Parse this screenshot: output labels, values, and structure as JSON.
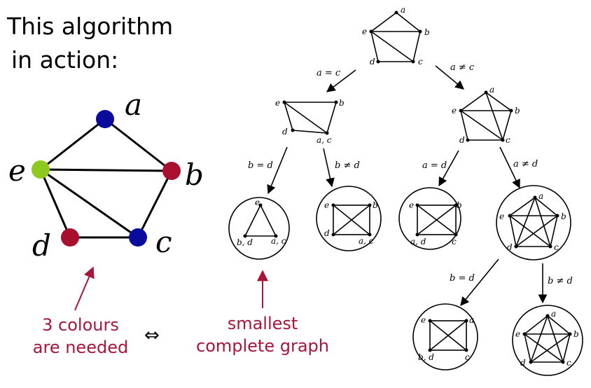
{
  "title": {
    "line1": "This algorithm",
    "line2": "in action:"
  },
  "main_graph": {
    "labels": {
      "a": "a",
      "b": "b",
      "c": "c",
      "d": "d",
      "e": "e"
    },
    "colors": {
      "blue": "#0a0a9c",
      "red": "#a8102e",
      "green": "#8ec920"
    }
  },
  "captions": {
    "left_line1": "3 colours",
    "left_line2": "are needed",
    "equiv": "⇔",
    "right_line1": "smallest",
    "right_line2": "complete graph"
  },
  "accent": "#a8163a",
  "tree": {
    "root": {
      "a": "a",
      "b": "b",
      "c": "c",
      "d": "d",
      "e": "e"
    },
    "cond_a_eq_c": "a = c",
    "cond_a_ne_c": "a ≠ c",
    "left": {
      "b": "b",
      "d": "d",
      "ac": "a, c",
      "e": "e"
    },
    "right": {
      "a": "a",
      "b": "b",
      "c": "c",
      "d": "d",
      "e": "e"
    },
    "cond_b_eq_d_1": "b = d",
    "cond_b_ne_d_1": "b ≠ d",
    "cond_a_eq_d": "a = d",
    "cond_a_ne_d": "a ≠ d",
    "leaf1": {
      "e": "e",
      "bd": "b, d",
      "ac": "a, c"
    },
    "leaf2": {
      "b": "b",
      "d": "d",
      "ac": "a, c",
      "e": "e"
    },
    "leaf3": {
      "e": "e",
      "b": "b",
      "ad": "a, d",
      "c": "c"
    },
    "leaf4": {
      "a": "a",
      "b": "b",
      "c": "c",
      "d": "d",
      "e": "e"
    },
    "cond_b_eq_d_2": "b = d",
    "cond_b_ne_d_2": "b ≠ d",
    "leaf5": {
      "e": "e",
      "a": "a",
      "bd": "b, d",
      "c": "c"
    },
    "leaf6": {
      "a": "a",
      "b": "b",
      "c": "c",
      "d": "d",
      "e": "e"
    }
  }
}
